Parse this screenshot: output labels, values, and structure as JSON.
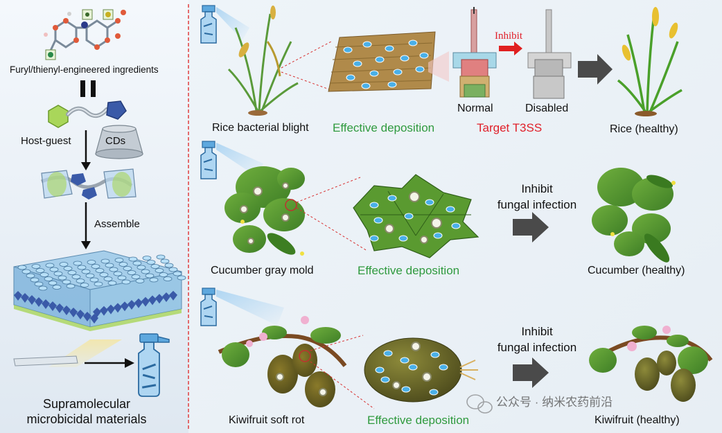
{
  "left_panel": {
    "ingredients_label": "Furyl/thienyl-engineered ingredients",
    "host_guest_label": "Host-guest",
    "cds_label": "CDs",
    "assemble_label": "Assemble",
    "materials_label_line1": "Supramolecular",
    "materials_label_line2": "microbicidal materials"
  },
  "rows": [
    {
      "disease": "Rice bacterial blight",
      "deposition": "Effective deposition",
      "mechanism": "Target T3SS",
      "inhibit_label": "Inhibit",
      "normal_label": "Normal",
      "disabled_label": "Disabled",
      "result": "Rice (healthy)"
    },
    {
      "disease": "Cucumber gray mold",
      "deposition": "Effective deposition",
      "inhibit_line1": "Inhibit",
      "inhibit_line2": "fungal infection",
      "result": "Cucumber (healthy)"
    },
    {
      "disease": "Kiwifruit soft rot",
      "deposition": "Effective deposition",
      "inhibit_line1": "Inhibit",
      "inhibit_line2": "fungal infection",
      "result": "Kiwifruit (healthy)"
    }
  ],
  "watermark": "公众号 · 纳米农药前沿",
  "colors": {
    "green_text": "#2f9a3e",
    "red_text": "#e0202a",
    "divider": "#e03030",
    "arrow_gray": "#4a4a4a"
  }
}
